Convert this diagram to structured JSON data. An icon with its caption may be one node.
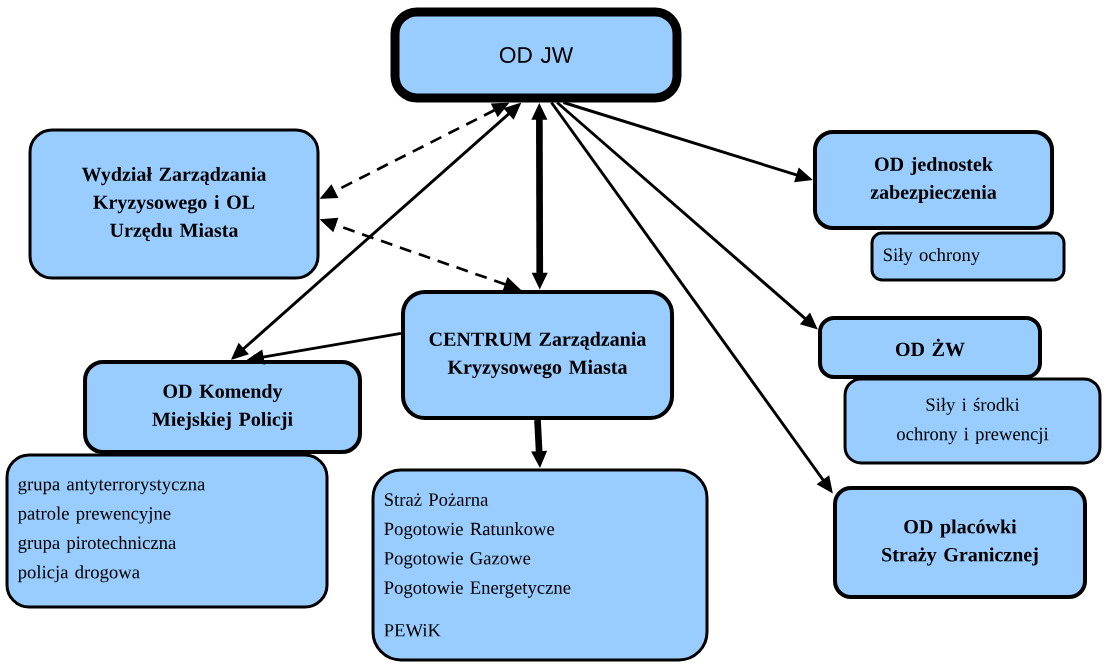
{
  "diagram": {
    "nodes": [
      {
        "text": [
          "OD JW"
        ]
      },
      {
        "text": [
          "Wydział Zarządzania Kryzysowego i OL Urzędu Miasta"
        ]
      },
      {
        "text": [
          "CENTRUM Zarządzania Kryzysowego Miasta"
        ]
      },
      {
        "text": [
          "OD Komendy Miejskiej Policji"
        ]
      },
      {
        "text": [
          "grupa antyterrorystyczna",
          "patrole prewencyjne",
          "grupa pirotechniczna",
          "policja drogowa"
        ]
      },
      {
        "text": [
          "Straż Pożarna",
          "Pogotowie Ratunkowe",
          "Pogotowie Gazowe",
          "Pogotowie Energetyczne",
          "PEWiK"
        ]
      },
      {
        "text": [
          "OD jednostek zabezpieczenia"
        ]
      },
      {
        "text": [
          "Siły ochrony"
        ]
      },
      {
        "text": [
          "OD ŻW"
        ]
      },
      {
        "text": [
          "Siły i środki ochrony i prewencji"
        ]
      },
      {
        "text": [
          "OD placówki Straży Granicznej"
        ]
      }
    ],
    "edges": [
      {
        "from": 0,
        "to": 1,
        "arrow": "both",
        "style": "dashed"
      },
      {
        "from": 2,
        "to": 1,
        "arrow": "both",
        "style": "dashed"
      },
      {
        "from": 0,
        "to": 3,
        "arrow": "both"
      },
      {
        "from": 0,
        "to": 2,
        "arrow": "both",
        "style": "thick"
      },
      {
        "from": 2,
        "to": 3,
        "arrow": "to"
      },
      {
        "from": 2,
        "to": 5,
        "arrow": "to",
        "style": "thick"
      },
      {
        "from": 0,
        "to": 6,
        "arrow": "to"
      },
      {
        "from": 0,
        "to": 8,
        "arrow": "to"
      },
      {
        "from": 0,
        "to": 10,
        "arrow": "to"
      }
    ]
  }
}
